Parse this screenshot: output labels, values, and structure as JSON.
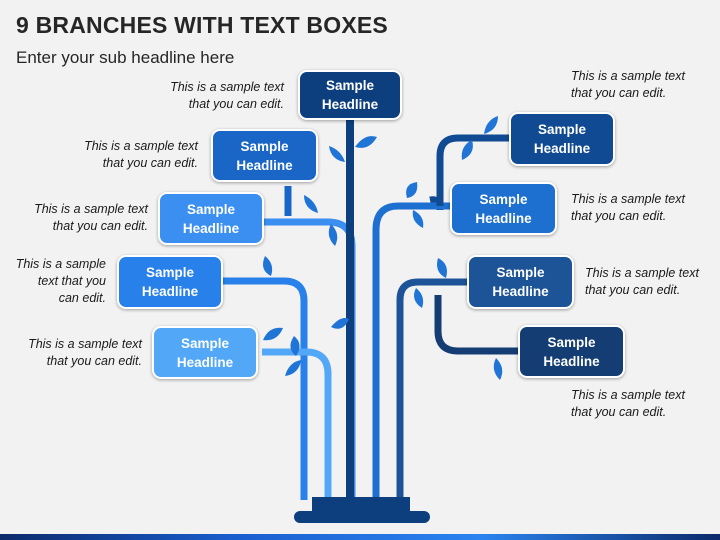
{
  "title": "9 BRANCHES WITH TEXT BOXES",
  "subtitle": "Enter your sub headline here",
  "branches": [
    {
      "line1": "Sample",
      "line2": "Headline",
      "note1": "This is a sample text",
      "note2": "that you can edit.",
      "note3": "",
      "color": "#0d3f7f"
    },
    {
      "line1": "Sample",
      "line2": "Headline",
      "note1": "This is a sample text",
      "note2": "that you can edit.",
      "note3": "",
      "color": "#1a66c6"
    },
    {
      "line1": "Sample",
      "line2": "Headline",
      "note1": "This is a sample text",
      "note2": "that you can edit.",
      "note3": "",
      "color": "#3a8ff0"
    },
    {
      "line1": "Sample",
      "line2": "Headline",
      "note1": "This is a sample",
      "note2": "text that you",
      "note3": "can edit.",
      "color": "#2880ea"
    },
    {
      "line1": "Sample",
      "line2": "Headline",
      "note1": "This is a sample text",
      "note2": "that you can edit.",
      "note3": "",
      "color": "#52a8f6"
    },
    {
      "line1": "Sample",
      "line2": "Headline",
      "note1": "This is a sample text",
      "note2": "that you can edit.",
      "note3": "",
      "color": "#0f4a92"
    },
    {
      "line1": "Sample",
      "line2": "Headline",
      "note1": "This is a sample text",
      "note2": "that you can edit.",
      "note3": "",
      "color": "#1d6fd0"
    },
    {
      "line1": "Sample",
      "line2": "Headline",
      "note1": "This is a sample text",
      "note2": "that you can edit.",
      "note3": "",
      "color": "#1d5498"
    },
    {
      "line1": "Sample",
      "line2": "Headline",
      "note1": "This is a sample text",
      "note2": "that you can edit.",
      "note3": "",
      "color": "#143d74"
    }
  ],
  "colors": {
    "trunk": "#0d3f7f",
    "leaf": "#1f74d6",
    "base": "#0d3f7f"
  }
}
